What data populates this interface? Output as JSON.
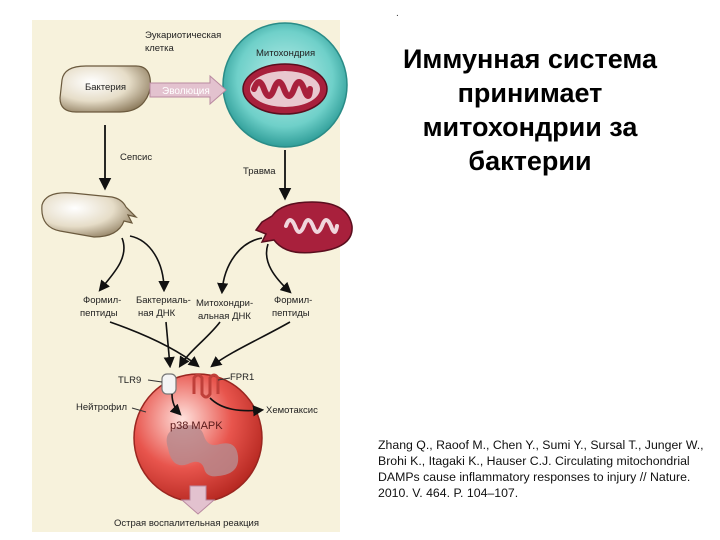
{
  "slide": {
    "title": "Иммунная система принимает митохондрии за бактерии",
    "citation": "Zhang Q., Raoof M., Chen Y., Sumi Y., Sursal T., Junger W., Brohi K., Itagaki K., Hauser C.J. Circulating mitochondrial DAMPs cause inflammatory responses to injury // Nature. 2010. V. 464. P. 104–107.",
    "dot": "."
  },
  "diagram": {
    "eukaryote_line1": "Эукариотическая",
    "eukaryote_line2": "клетка",
    "mitochondrion": "Митохондрия",
    "bacterium": "Бактерия",
    "evolution": "Эволюция",
    "sepsis": "Сепсис",
    "trauma": "Травма",
    "formyl_left_1": "Формил-",
    "formyl_left_2": "пептиды",
    "bact_dna_1": "Бактериаль-",
    "bact_dna_2": "ная ДНК",
    "mito_dna_1": "Митохондри-",
    "mito_dna_2": "альная ДНК",
    "formyl_right_1": "Формил-",
    "formyl_right_2": "пептиды",
    "tlr9": "TLR9",
    "fpr1": "FPR1",
    "neutrophil": "Нейтрофил",
    "p38": "p38 MAPK",
    "chemotaxis": "Хемотаксис",
    "inflammation": "Острая воспалительная реакция"
  },
  "colors": {
    "panel": "#f7f2dc",
    "cell_teal": "#5cc7c0",
    "mito_red": "#a8203c",
    "neutrophil_red": "#e0504a",
    "arrow_pink": "#dcb4c4"
  }
}
